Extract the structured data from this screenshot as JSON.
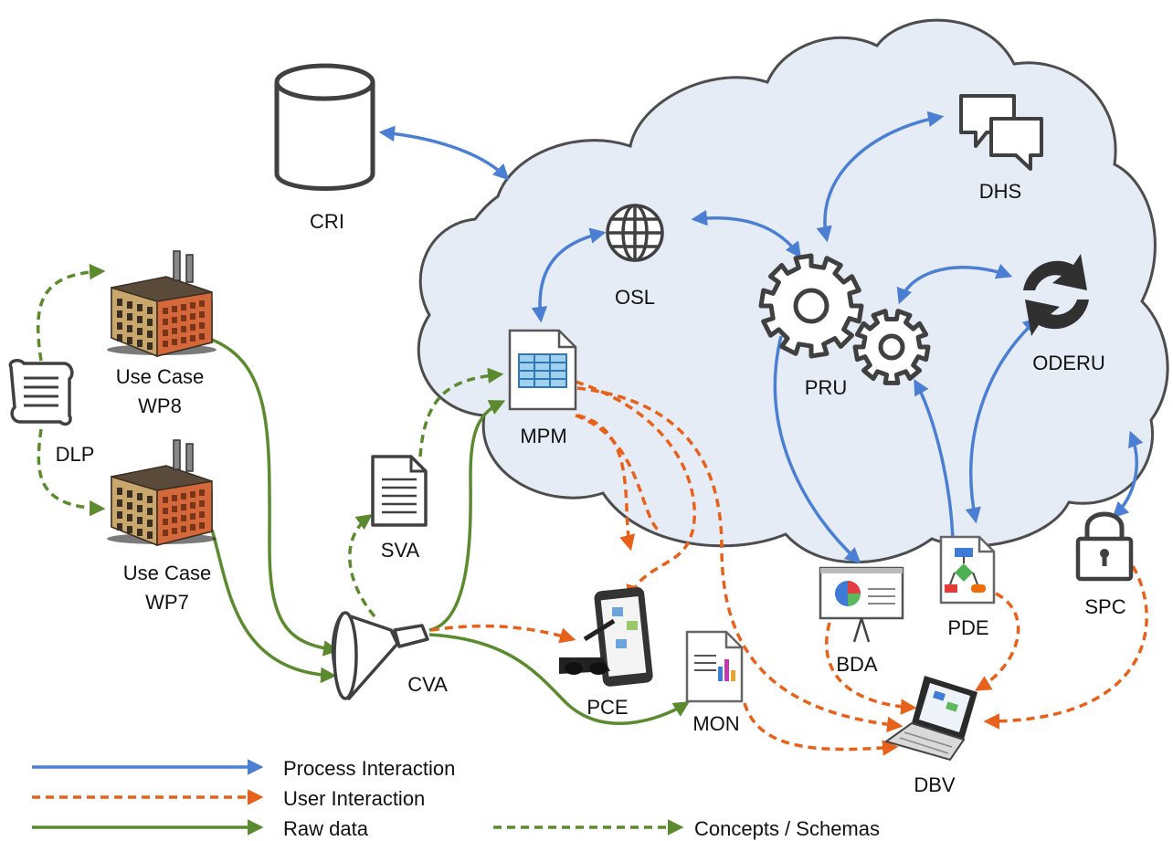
{
  "nodes": {
    "cri": "CRI",
    "dhs": "DHS",
    "osl": "OSL",
    "pru": "PRU",
    "oderu": "ODERU",
    "mpm": "MPM",
    "use_case_wp8_line1": "Use Case",
    "use_case_wp8_line2": "WP8",
    "use_case_wp7_line1": "Use Case",
    "use_case_wp7_line2": "WP7",
    "dlp": "DLP",
    "sva": "SVA",
    "cva": "CVA",
    "pce": "PCE",
    "mon": "MON",
    "bda": "BDA",
    "pde": "PDE",
    "spc": "SPC",
    "dbv": "DBV"
  },
  "legend": {
    "process": "Process Interaction",
    "user": "User Interaction",
    "raw": "Raw data",
    "concepts": "Concepts / Schemas"
  },
  "colors": {
    "process": "#4a7fd4",
    "user": "#e8611a",
    "raw": "#5b8a2f",
    "cloud_fill": "#e6ecf5",
    "cloud_stroke": "#4d4d4d"
  }
}
